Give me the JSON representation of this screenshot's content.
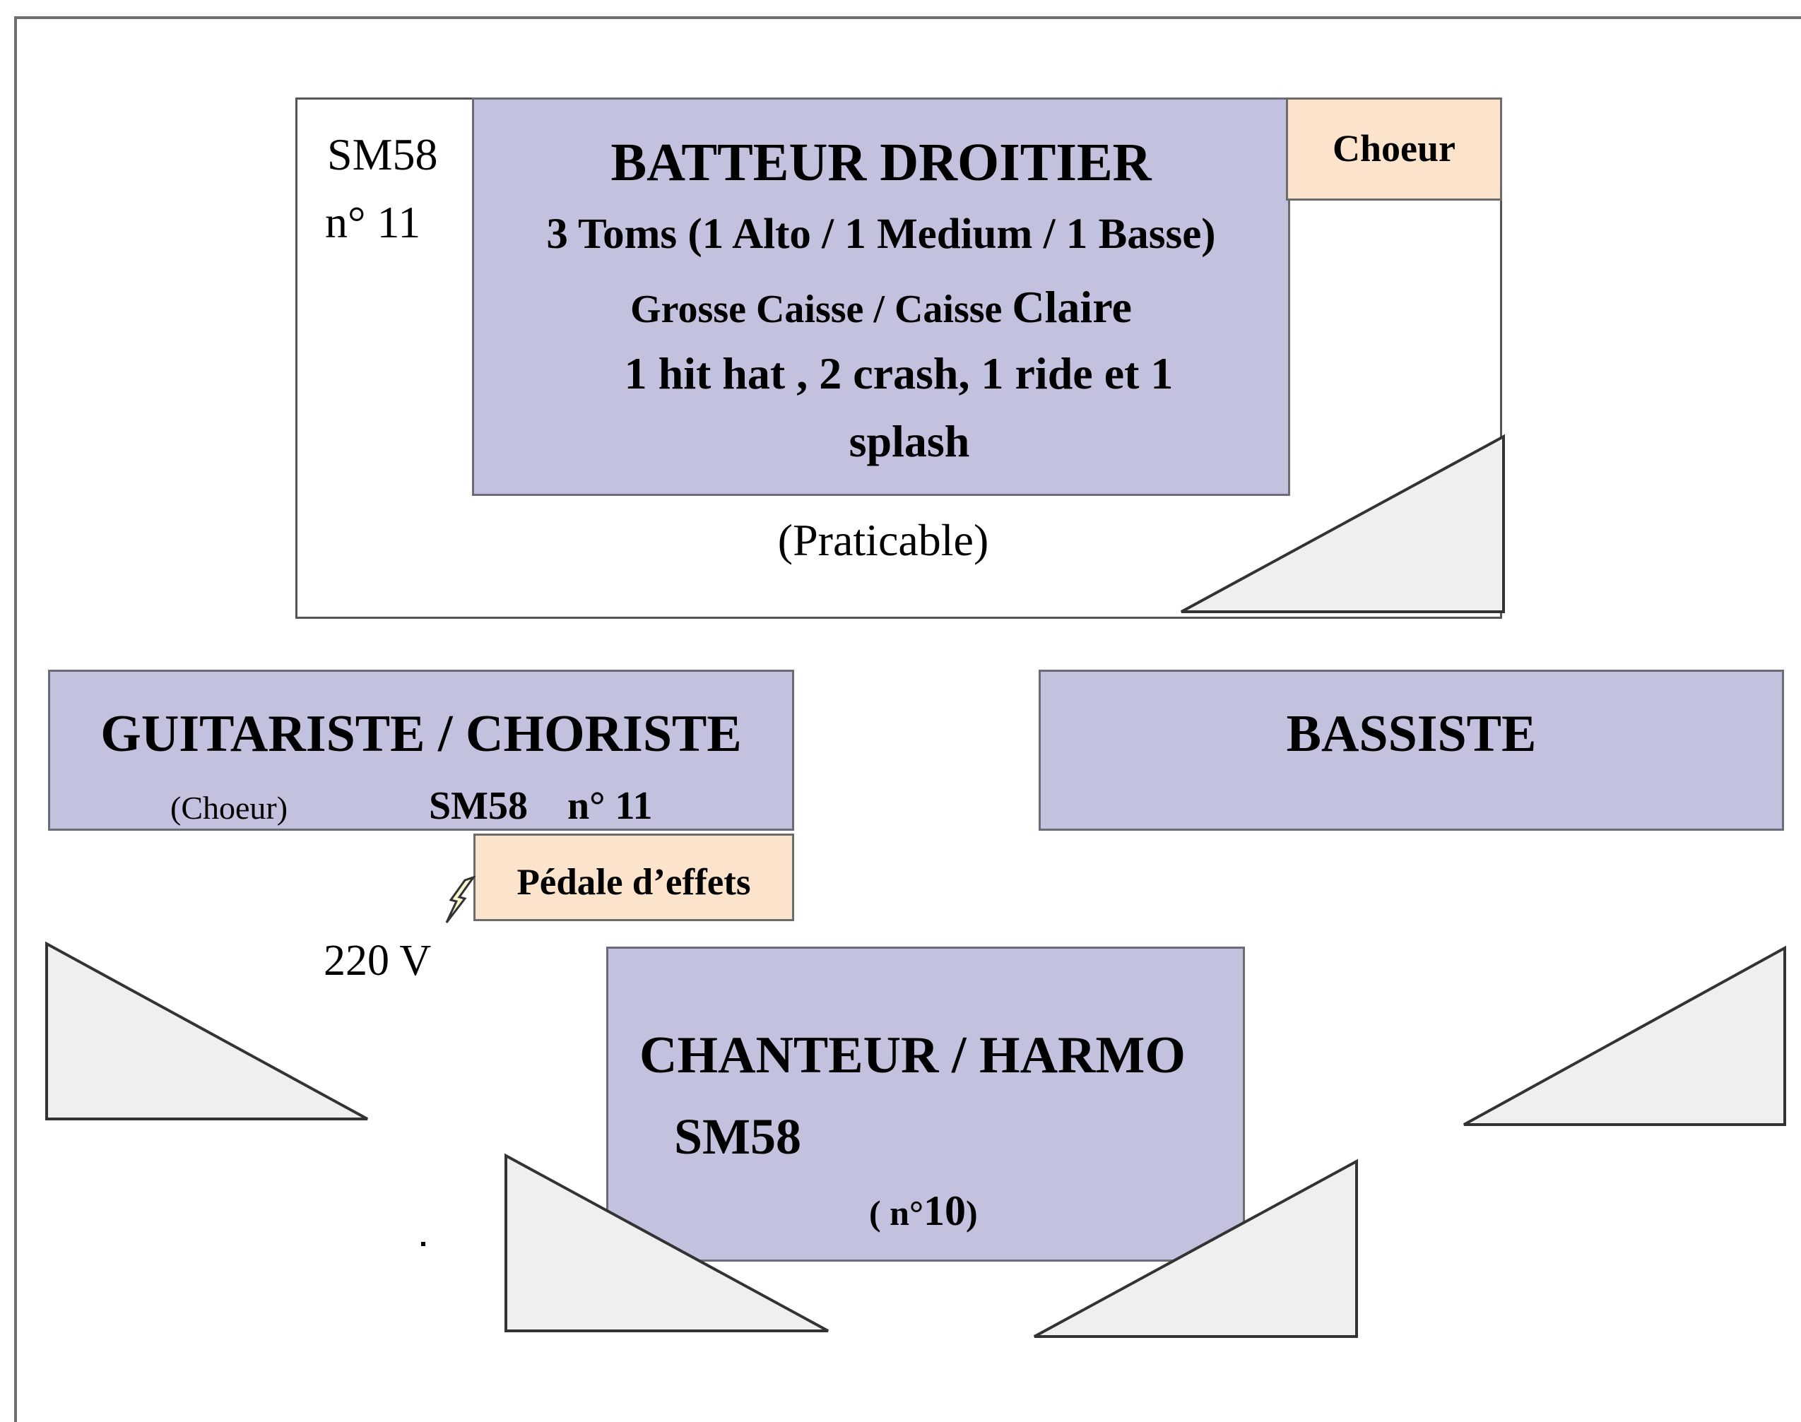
{
  "drummer": {
    "title": "BATTEUR DROITIER",
    "toms": "3 Toms (1 Alto / 1 Medium / 1 Basse)",
    "kick_snare_a": "Grosse Caisse / Caisse ",
    "kick_snare_b": "Claire",
    "cymbals_line1": "1 hit hat , 2 crash, 1 ride et 1",
    "cymbals_line2": "splash"
  },
  "riser": {
    "mic_model": "SM58",
    "mic_number": "n° 11",
    "label": "(Praticable)"
  },
  "choeur_box": {
    "label": "Choeur"
  },
  "guitarist": {
    "title": "GUITARISTE / CHORISTE",
    "sub_left": "(Choeur)",
    "sub_right": "SM58    n° 11"
  },
  "bassist": {
    "title": "BASSISTE"
  },
  "pedal": {
    "label": "Pédale d’effets"
  },
  "power": {
    "label": "220 V"
  },
  "singer": {
    "title": "CHANTEUR / HARMO",
    "mic_model": "SM58",
    "mic_number_open": "( n°",
    "mic_number": "10",
    "mic_number_close": ")"
  },
  "colors": {
    "musician_box": "#c2c1de",
    "accessory_box": "#fce3cc",
    "monitor_fill": "#efefef",
    "outline": "#555555"
  },
  "icons": [
    "power-outlet-icon",
    "stage-monitor-icon"
  ]
}
